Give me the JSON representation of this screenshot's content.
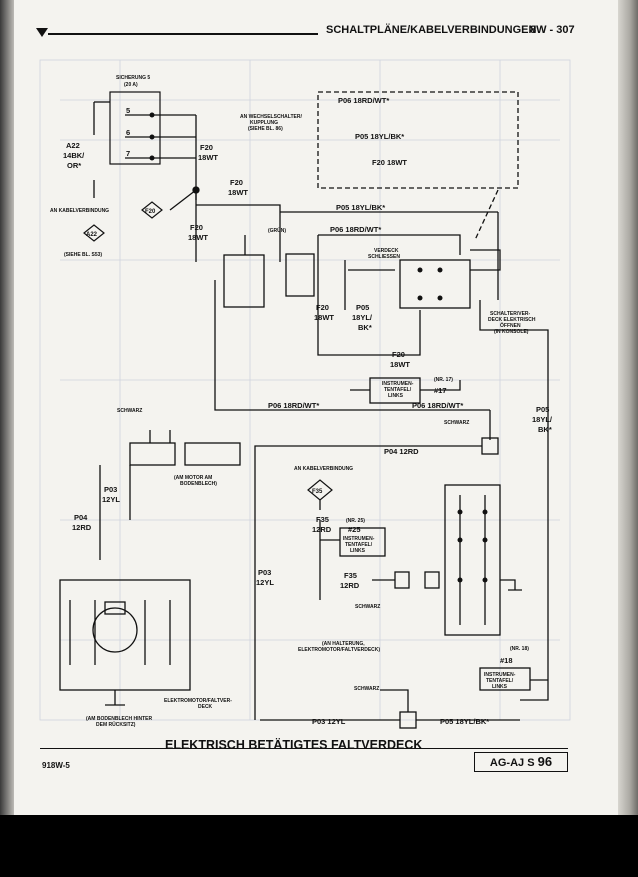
{
  "header": {
    "title": "SCHALTPLÄNE/KABELVERBINDUNGEN",
    "page": "8W - 307"
  },
  "caption": "ELEKTRISCH BETÄTIGTES FALTVERDECK",
  "footer": {
    "left": "918W-5",
    "right_prefix": "AG-AJ S",
    "right_num": "96"
  },
  "labels": {
    "sicherung": "SICHERUNG 5",
    "sicherung_a": "(20 A)",
    "pin5": "5",
    "pin6": "6",
    "pin7": "7",
    "a22_w1": "A22",
    "a22_w2": "14BK/",
    "a22_w3": "OR*",
    "kabelverb": "AN KABELVERBINDUNG",
    "a22_tag": "A22",
    "siehe53": "(SIEHE BL. S53)",
    "f20_tag": "F20",
    "f20a_1": "F20",
    "f20a_2": "18WT",
    "f20b_1": "F20",
    "f20b_2": "18WT",
    "f20c_1": "F20",
    "f20c_2": "18WT",
    "wechsel_1": "AN WECHSELSCHALTER/",
    "wechsel_2": "KUPPLUNG",
    "wechsel_3": "(SIEHE BL. 86)",
    "sw_p06": "P06 18RD/WT*",
    "sw_p05": "P05 18YL/BK*",
    "sw_f20": "F20 18WT",
    "p05_top": "P05 18YL/BK*",
    "p06_top": "P06 18RD/WT*",
    "gruen": "(GRÜN)",
    "verdeck_1": "VERDECK",
    "verdeck_2": "SCHLIESSEN",
    "f20d_1": "F20",
    "f20d_2": "18WT",
    "p05_m1": "P05",
    "p05_m2": "18YL/",
    "p05_m3": "BK*",
    "f20e_1": "F20",
    "f20e_2": "18WT",
    "schalter_1": "SCHALTER/VER-",
    "schalter_2": "DECK ELEKTRISCH",
    "schalter_3": "ÖFFNEN",
    "schalter_4": "(IN KONSOLE)",
    "instr1_1": "INSTRUMEN-",
    "instr1_2": "TENTAFEL/",
    "instr1_3": "LINKS",
    "nr17": "(NR. 17)",
    "n17": "#17",
    "p06_m1": "P06 18RD/WT*",
    "p06_m2": "P06 18RD/WT*",
    "p05_r1": "P05",
    "p05_r2": "18YL/",
    "p05_r3": "BK*",
    "schwarz1": "SCHWARZ",
    "schwarz2": "SCHWARZ",
    "p04_r": "P04 12RD",
    "motor_bd_1": "(AM MOTOR AM",
    "motor_bd_2": "BODENBLECH)",
    "kabelverb2": "AN KABELVERBINDUNG",
    "f35_tag": "F35",
    "p03_l1": "P03",
    "p03_l2": "12YL",
    "p04_l1": "P04",
    "p04_l2": "12RD",
    "f35a_1": "F35",
    "f35a_2": "12RD",
    "nr25": "(NR. 25)",
    "n25": "#25",
    "instr2_1": "INSTRUMEN-",
    "instr2_2": "TENTAFEL/",
    "instr2_3": "LINKS",
    "f35b_1": "F35",
    "f35b_2": "12RD",
    "p03_m1": "P03",
    "p03_m2": "12YL",
    "schwarz3": "SCHWARZ",
    "halter_1": "(AN HALTERUNG,",
    "halter_2": "ELEKTROMOTOR/FALTVERDECK)",
    "nr18": "(NR. 18)",
    "n18": "#18",
    "instr3_1": "INSTRUMEN-",
    "instr3_2": "TENTAFEL/",
    "instr3_3": "LINKS",
    "schwarz4": "SCHWARZ",
    "elektro_1": "ELEKTROMOTOR/FALTVER-",
    "elektro_2": "DECK",
    "bodenbl_1": "(AM BODENBLECH HINTER",
    "bodenbl_2": "DEM RÜCKSITZ)",
    "p03_b": "P03 12YL",
    "p05_b": "P05 18YL/BK*"
  }
}
